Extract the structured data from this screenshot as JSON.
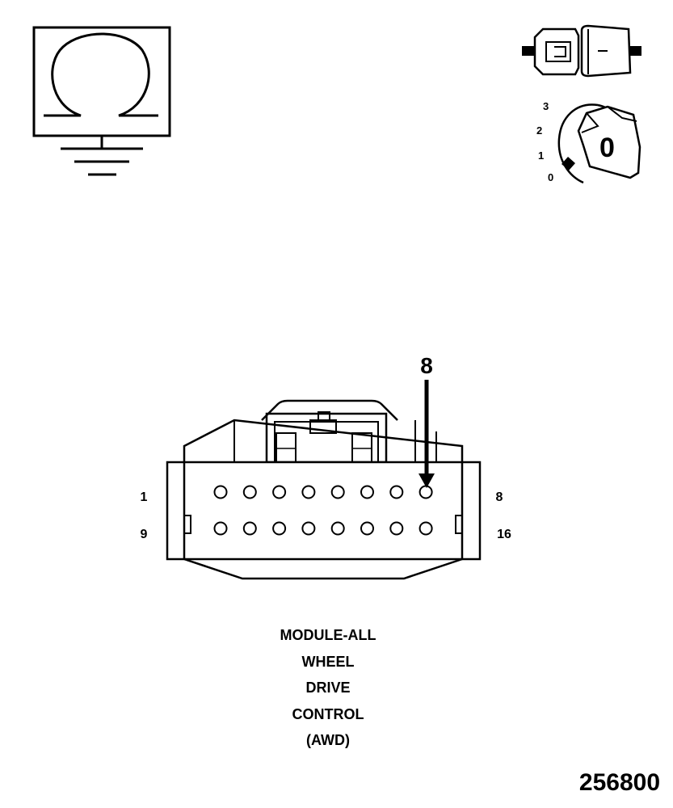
{
  "ignition_key": {
    "positions": [
      "3",
      "2",
      "1",
      "0"
    ],
    "key_label": "0"
  },
  "connector": {
    "pointer_label": "8",
    "row1": {
      "left_label": "1",
      "right_label": "8",
      "pins": 8
    },
    "row2": {
      "left_label": "9",
      "right_label": "16",
      "pins": 8
    },
    "highlighted_pin": 8
  },
  "caption": {
    "lines": [
      "MODULE-ALL",
      "WHEEL",
      "DRIVE",
      "CONTROL",
      "(AWD)"
    ]
  },
  "figure_number": "256800"
}
